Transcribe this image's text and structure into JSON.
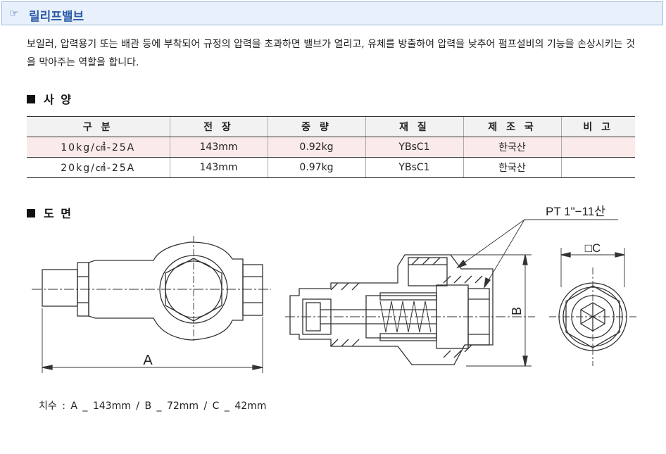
{
  "header": {
    "icon": "pointing-hand-icon",
    "hand_glyph": "☞",
    "title": "릴리프밸브"
  },
  "description": "보일러, 압력용기 또는 배관 등에 부착되어 규정의 압력을 초과하면 밸브가 열리고, 유체를 방출하여 압력을 낮추어 펌프설비의 기능을 손상시키는 것을 막아주는 역할을 합니다.",
  "spec": {
    "heading": "사 양",
    "columns": [
      "구 분",
      "전 장",
      "중 량",
      "재 질",
      "제 조 국",
      "비 고"
    ],
    "rows": [
      [
        "10kg/㎠-25A",
        "143mm",
        "0.92kg",
        "YBsC1",
        "한국산",
        ""
      ],
      [
        "20kg/㎠-25A",
        "143mm",
        "0.97kg",
        "YBsC1",
        "한국산",
        ""
      ]
    ]
  },
  "drawing": {
    "heading": "도 면",
    "thread_label": "PT 1\"−11산",
    "label_a": "A",
    "label_b": "B",
    "label_c": "□C"
  },
  "dimensions": "치수 :  A _ 143mm   /    B _ 72mm   /   C _ 42mm"
}
